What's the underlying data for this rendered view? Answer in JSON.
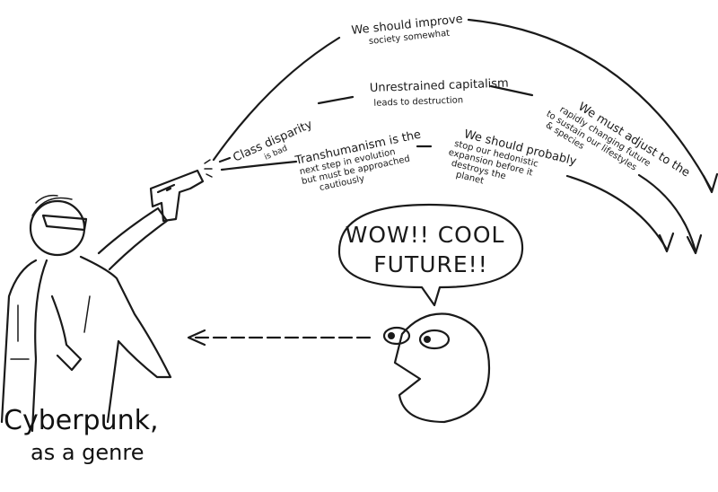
{
  "caption": {
    "line1": "Cyberpunk,",
    "line2": "as a genre"
  },
  "speech_bubble": {
    "line1": "WOW!! COOL",
    "line2": "FUTURE!!"
  },
  "ideas": {
    "improve_society": {
      "line1": "We should improve",
      "line2": "society somewhat"
    },
    "capitalism": {
      "line1": "Unrestrained capitalism",
      "line2": "leads to destruction"
    },
    "class_disparity": {
      "line1": "Class disparity",
      "line2": "is bad"
    },
    "transhumanism": {
      "line1": "Transhumanism is the",
      "line2": "next step in evolution",
      "line3": "but must be approached",
      "line4": "cautiously"
    },
    "hedonistic": {
      "line1": "We should probably",
      "line2": "stop our hedonistic",
      "line3": "expansion before it",
      "line4": "destroys the",
      "line5": "planet"
    },
    "adjust_future": {
      "line1": "We must adjust to the",
      "line2": "rapidly changing future",
      "line3": "to sustain our lifestyles",
      "line4": "& species"
    }
  },
  "colors": {
    "ink": "#1a1a1a",
    "background": "#ffffff"
  }
}
